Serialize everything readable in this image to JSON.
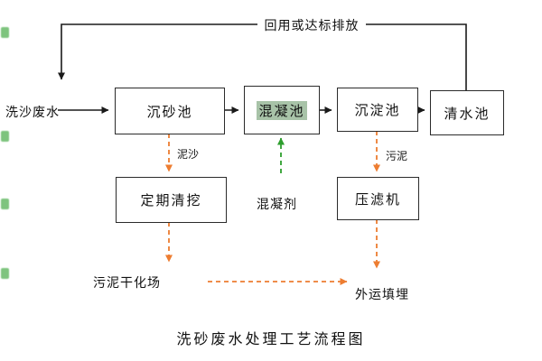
{
  "diagram": {
    "title": "洗砂废水处理工艺流程图",
    "recycle_label": "回用或达标排放",
    "influent_label": "洗沙废水",
    "boxes": {
      "grit_chamber": "沉砂池",
      "coagulation_tank": "混凝池",
      "sedimentation_tank": "沉淀池",
      "clear_water_tank": "清水池",
      "periodic_dredging": "定期清挖",
      "filter_press": "压滤机"
    },
    "flow_labels": {
      "silt": "泥沙",
      "sludge": "污泥",
      "coagulant": "混凝剂",
      "sludge_drying_field": "污泥干化场",
      "offsite_landfill": "外运填埋"
    },
    "colors": {
      "line": "#1a1a1a",
      "sludge_flow": "#ed7d31",
      "coagulant_flow": "#2e9e2e",
      "coagulation_highlight": "#a8c3a8",
      "watermark": "#3aa63a"
    }
  }
}
